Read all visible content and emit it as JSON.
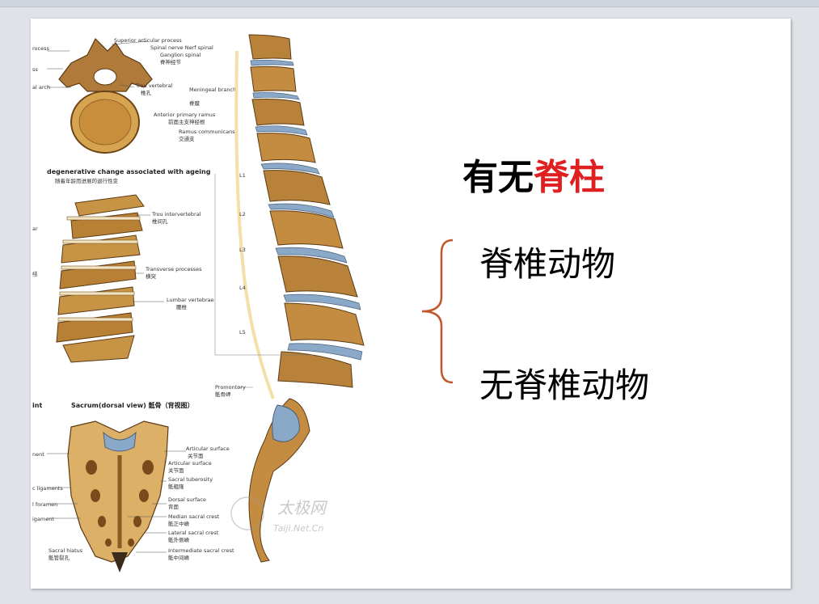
{
  "slide": {
    "title_prefix": "有无",
    "title_accent": "脊柱",
    "items": [
      "脊椎动物",
      "无脊椎动物"
    ],
    "accent_color": "#e02020",
    "brace_color": "#c0582a"
  },
  "illustration": {
    "section_1": {
      "labels": [
        "Superior articular process",
        "Spinal nerve Nerf spinal",
        "Ganglion spinal",
        "脊神经节",
        "Trou vertebral",
        "椎孔",
        "Meningeal branch",
        "脊膜",
        "Anterior primary ramus",
        "前面主支神经根",
        "Ramus communicans",
        "交通支"
      ],
      "side_labels": [
        "rocess",
        "ss",
        "al arch"
      ]
    },
    "section_2": {
      "heading": "degenerative change associated with ageing",
      "heading_cn": "随着年龄而进展的退行性变",
      "labels": [
        "Trou intervertebral",
        "椎间孔",
        "Transverse processes",
        "横突",
        "Lumbar vertebrae",
        "腰椎"
      ],
      "side_labels": [
        "ar",
        "结"
      ]
    },
    "spine_levels": [
      "L1",
      "L2",
      "L3",
      "L4",
      "L5"
    ],
    "promontory": [
      "Promontory",
      "骶骨岬"
    ],
    "section_3": {
      "heading": "Sacrum(dorsal view) 骶骨（背视图）",
      "heading_left": "int",
      "labels": [
        "Articular surface",
        "关节面",
        "Articular surface",
        "关节面",
        "Sacral tuberosity",
        "骶粗隆",
        "Dorsal surface",
        "背面",
        "Median sacral crest",
        "骶正中嵴",
        "Lateral sacral crest",
        "骶外侧嵴",
        "Intermediate sacral crest",
        "骶中间嵴"
      ],
      "side_labels": [
        "nent",
        "c ligaments",
        "l foramen",
        "igament"
      ],
      "bottom_labels": [
        "Sacral hiatus",
        "骶管裂孔"
      ]
    },
    "watermark": [
      "太极网",
      "Taiji.Net.Cn"
    ]
  }
}
